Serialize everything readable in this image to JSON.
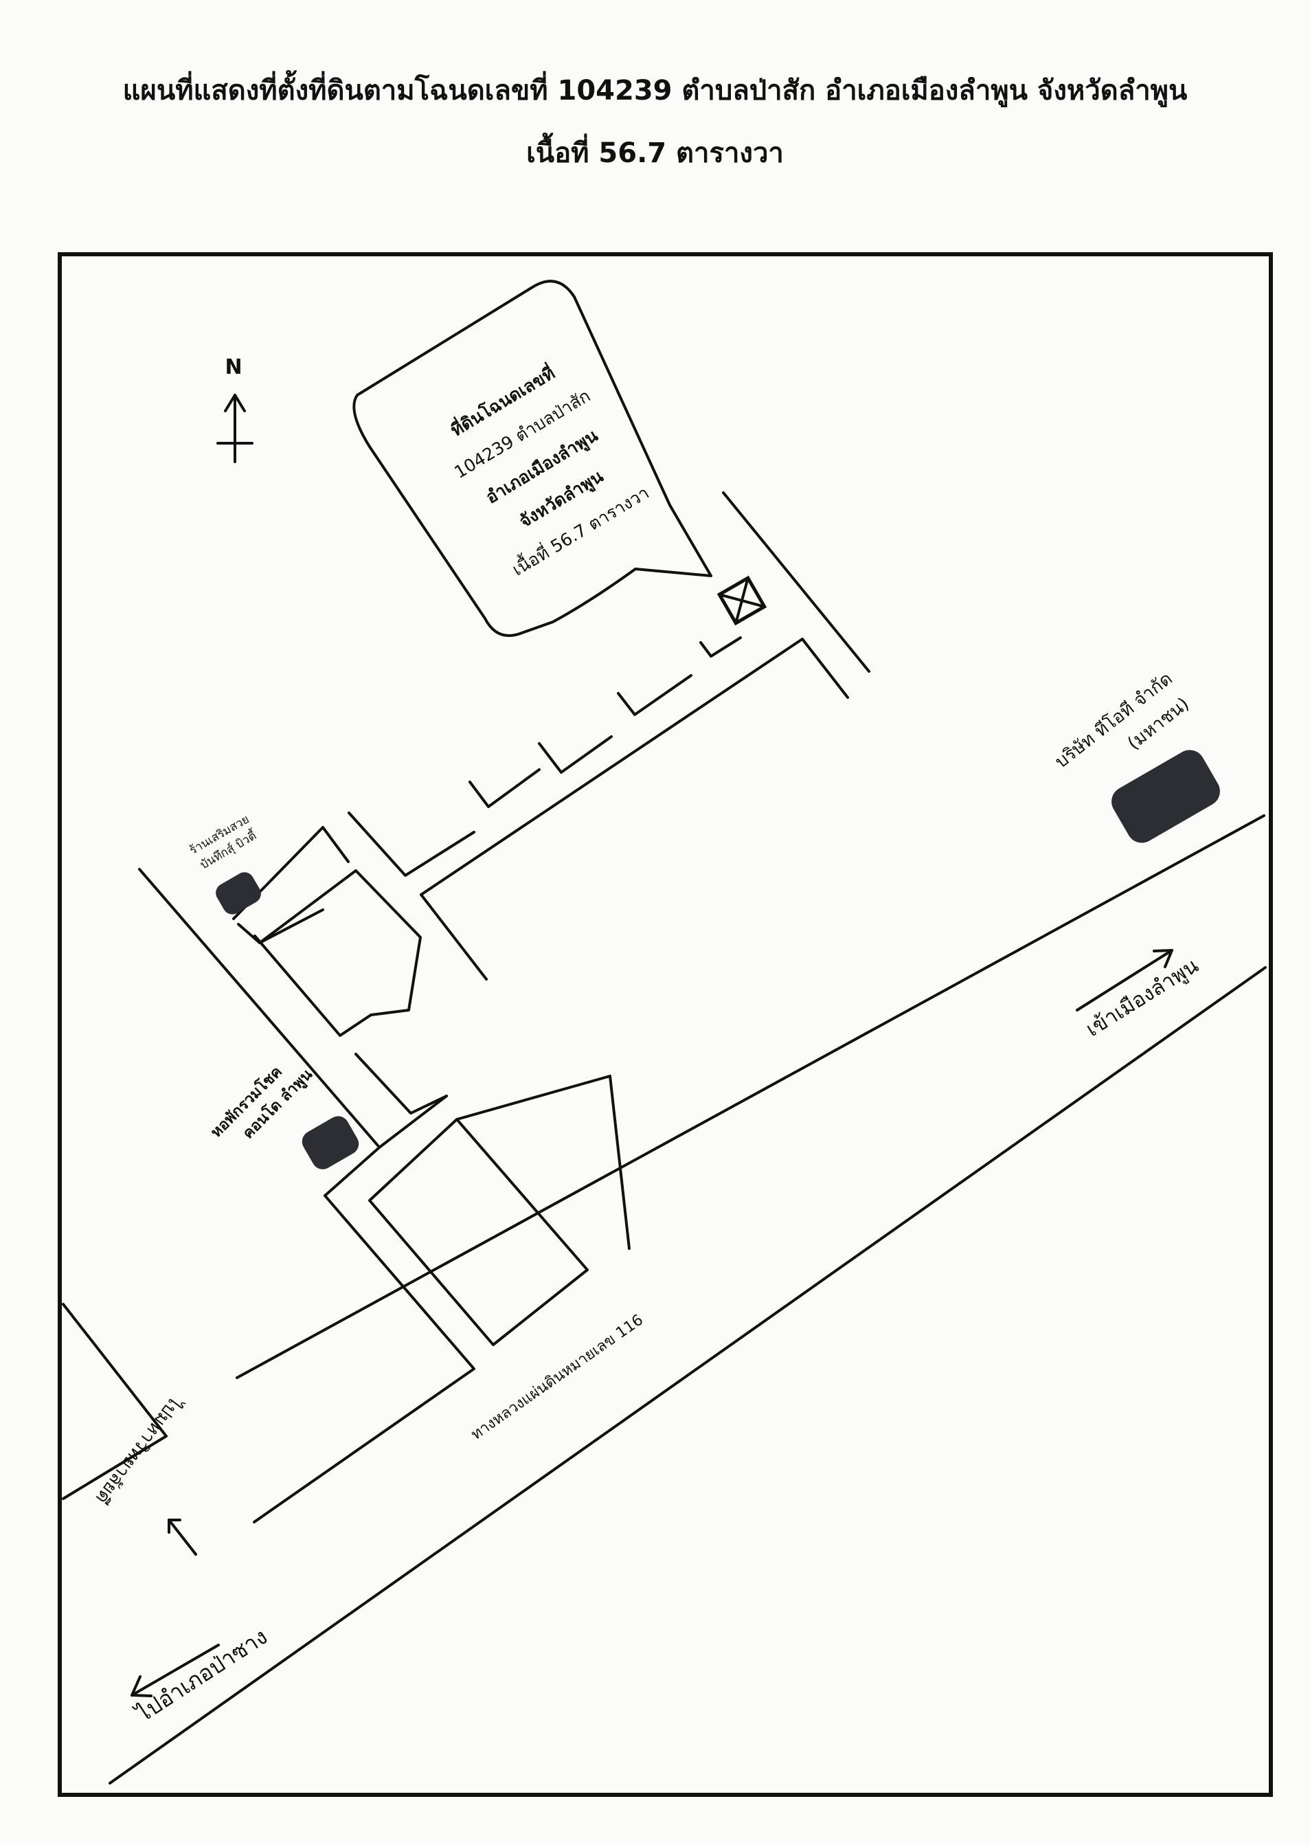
{
  "title": {
    "line1": "แผนที่แสดงที่ตั้งที่ดินตามโฉนดเลขที่ 104239 ตำบลป่าสัก อำเภอเมืองลำพูน จังหวัดลำพูน",
    "line2": "เนื้อที่ 56.7 ตารางวา"
  },
  "compass": {
    "label": "N"
  },
  "callout": {
    "lines": [
      "ที่ดินโฉนดเลขที่",
      "104239 ตำบลป่าสัก",
      "อำเภอเมืองลำพูน",
      "จังหวัดลำพูน",
      "เนื้อที่ 56.7 ตารางวา"
    ]
  },
  "landmarks": {
    "company_line1": "บริษัท ทีโอที จำกัด",
    "company_line2": "(มหาชน)",
    "shop_line1": "ร้านเสริมสวย",
    "shop_line2": "บันทึกสุ์ บิวตี้",
    "dorm_line1": "หอพักรวมโชค",
    "dorm_line2": "คอนโด ลำพูน"
  },
  "roads": {
    "highway": "ทางหลวงแผ่นดินหมายเลข 116",
    "to_city": "เข้าเมืองลำพูน",
    "to_pasang": "ไปอำเภอป่าซาง",
    "to_side": "ไปมหาวิทยาลัยดี"
  },
  "colors": {
    "landmark_fill": "#2c2e33",
    "ink": "#111111"
  }
}
